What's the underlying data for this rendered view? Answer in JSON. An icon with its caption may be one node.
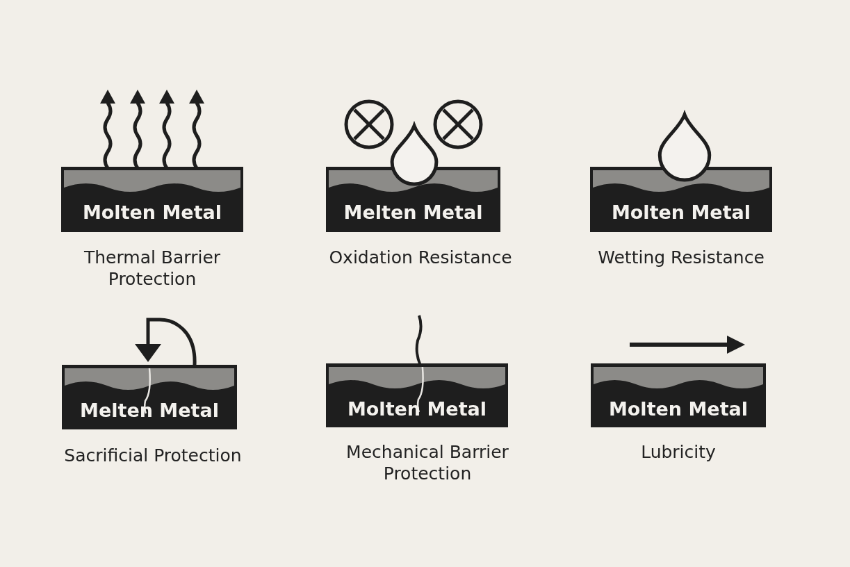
{
  "diagram": {
    "nodes": [
      {
        "text": [
          "Molten Metal"
        ],
        "beside": [
          "Thermal Barrier Protection"
        ]
      },
      {
        "text": [
          "Melten Metal"
        ],
        "beside": [
          "Oxidation Resistance"
        ]
      },
      {
        "text": [
          "Molten Metal"
        ],
        "beside": [
          "Wetting Resistance"
        ]
      },
      {
        "text": [
          "Melten Metal"
        ],
        "beside": [
          "Sacrificial Protection"
        ]
      },
      {
        "text": [
          "Molten Metal"
        ],
        "beside": [
          "Mechanical Barrier Protection"
        ]
      },
      {
        "text": [
          "Molten Metal"
        ],
        "beside": [
          "Lubricity"
        ]
      }
    ]
  }
}
